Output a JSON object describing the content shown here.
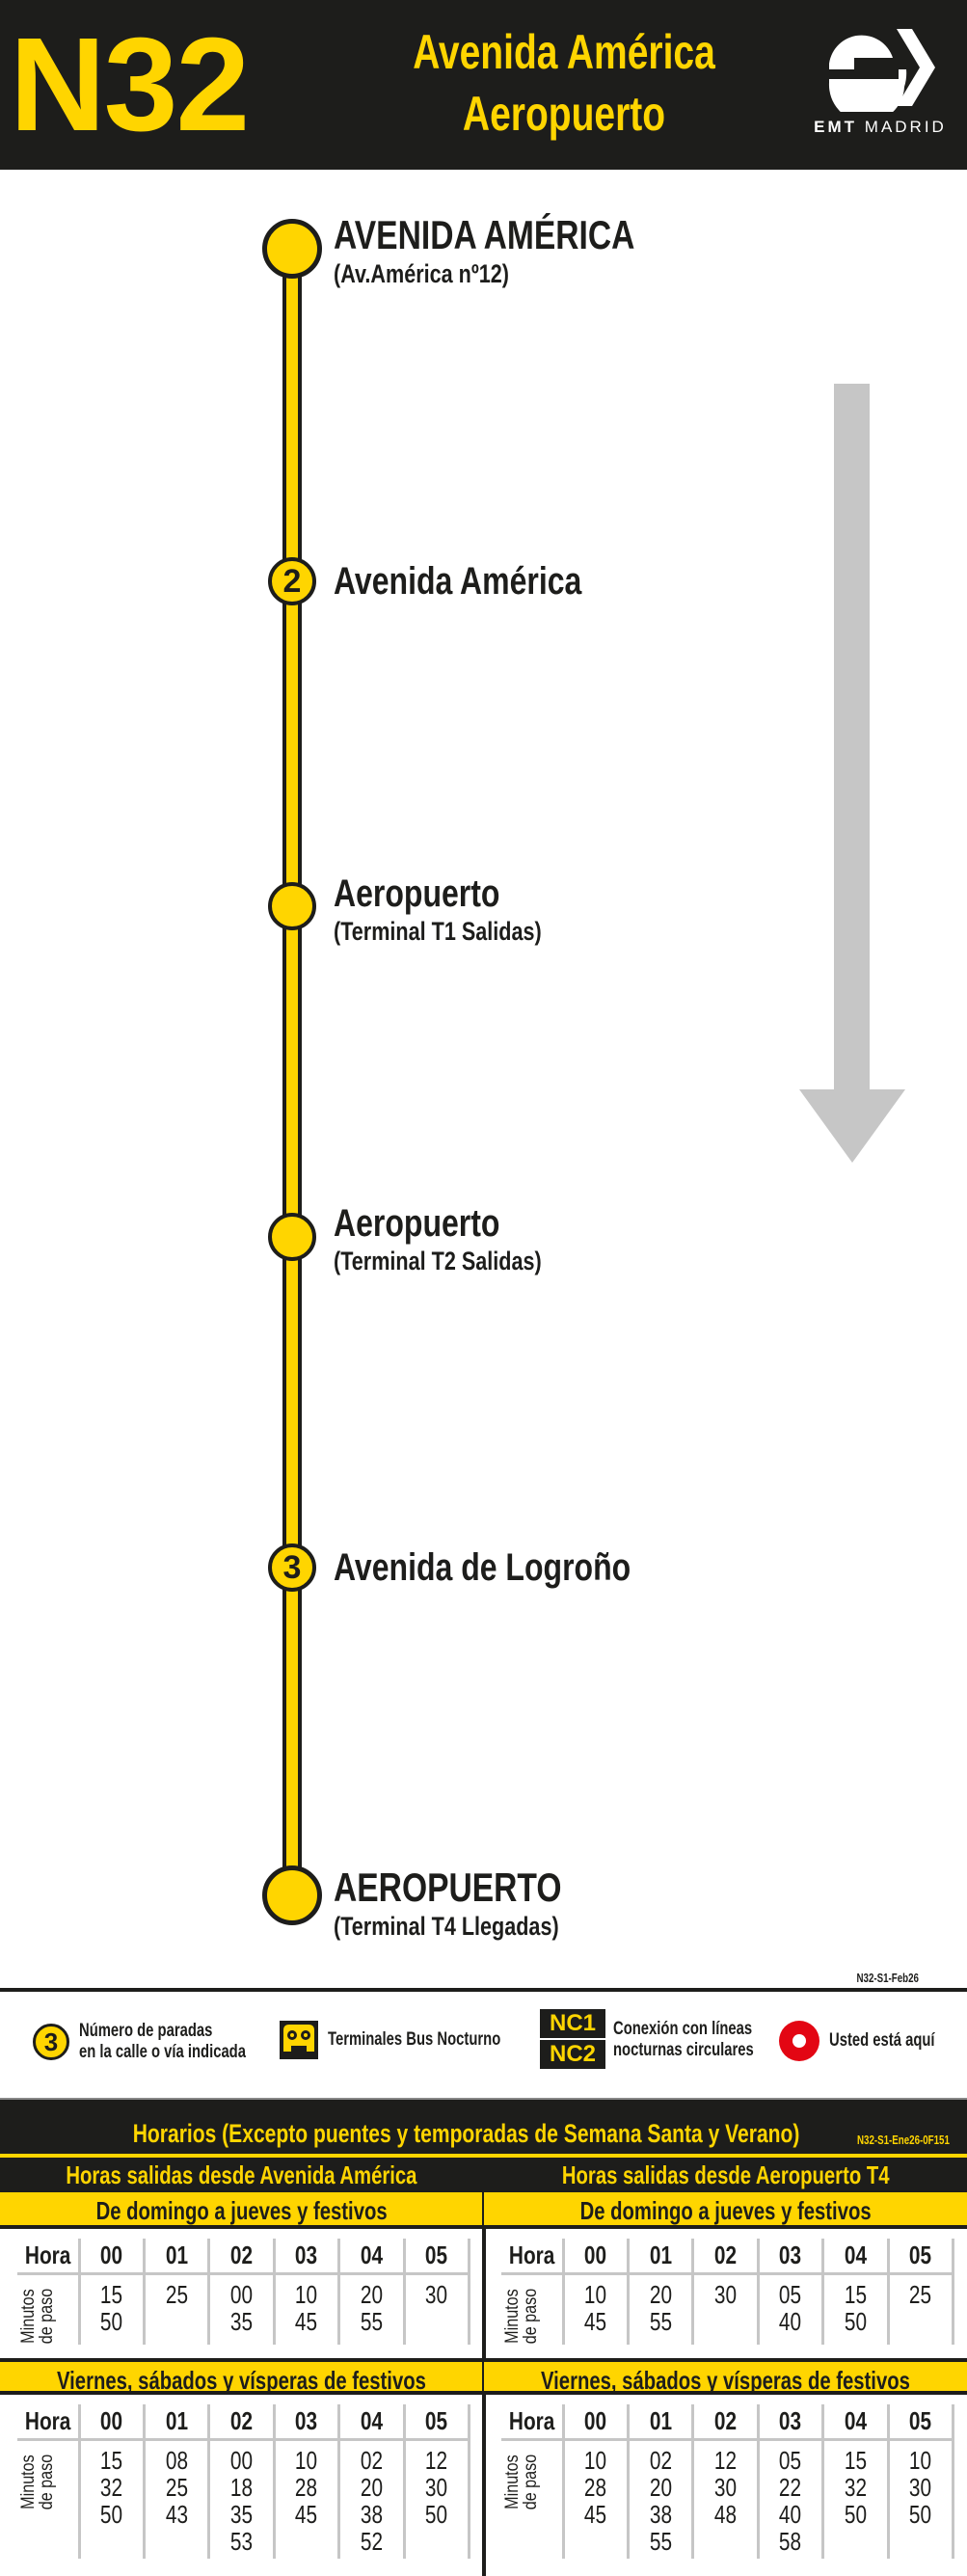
{
  "header": {
    "route_number": "N32",
    "destination_line1": "Avenida América",
    "destination_line2": "Aeropuerto",
    "logo_bold": "EMT",
    "logo_light": "MADRID"
  },
  "route": {
    "line_color": "#ffd500",
    "stops": [
      {
        "type": "terminal",
        "name": "AVENIDA AMÉRICA",
        "detail": "(Av.América nº12)"
      },
      {
        "type": "count",
        "count": "2",
        "name": "Avenida América",
        "detail": ""
      },
      {
        "type": "stop",
        "name": "Aeropuerto",
        "detail": "(Terminal T1 Salidas)"
      },
      {
        "type": "stop",
        "name": "Aeropuerto",
        "detail": "(Terminal T2 Salidas)"
      },
      {
        "type": "count",
        "count": "3",
        "name": "Avenida de Logroño",
        "detail": ""
      },
      {
        "type": "terminal",
        "name": "AEROPUERTO",
        "detail": "(Terminal T4 Llegadas)"
      }
    ],
    "direction_arrow": "down-arrow-icon",
    "sheet_code": "N32-S1-Feb26"
  },
  "legend": {
    "items": [
      {
        "icon": "stop-count-icon",
        "icon_text": "3",
        "label_line1": "Número de paradas",
        "label_line2": "en la calle o vía indicada"
      },
      {
        "icon": "night-bus-terminal-icon",
        "label_line1": "Terminales Bus Nocturno",
        "label_line2": ""
      },
      {
        "icon": "nc-lines-icon",
        "badge1": "NC1",
        "badge2": "NC2",
        "label_line1": "Conexión con líneas",
        "label_line2": "nocturnas circulares"
      },
      {
        "icon": "you-are-here-icon",
        "label_line1": "Usted está aquí",
        "label_line2": ""
      }
    ]
  },
  "timetable": {
    "title": "Horarios (Excepto puentes y temporadas de Semana Santa y Verano)",
    "code": "N32-S1-Ene26-0F151",
    "hour_label": "Hora",
    "minutes_label": "Minutos de paso",
    "columns": [
      {
        "origin": "Horas salidas desde Avenida América",
        "periods": [
          {
            "label": "De domingo a jueves y festivos",
            "hours": [
              "00",
              "01",
              "02",
              "03",
              "04",
              "05"
            ],
            "minutes": [
              [
                "15",
                "50"
              ],
              [
                "25"
              ],
              [
                "00",
                "35"
              ],
              [
                "10",
                "45"
              ],
              [
                "20",
                "55"
              ],
              [
                "30"
              ]
            ]
          },
          {
            "label": "Viernes, sábados y vísperas de festivos",
            "hours": [
              "00",
              "01",
              "02",
              "03",
              "04",
              "05"
            ],
            "minutes": [
              [
                "15",
                "32",
                "50"
              ],
              [
                "08",
                "25",
                "43"
              ],
              [
                "00",
                "18",
                "35",
                "53"
              ],
              [
                "10",
                "28",
                "45"
              ],
              [
                "02",
                "20",
                "38",
                "52"
              ],
              [
                "12",
                "30",
                "50"
              ]
            ]
          }
        ]
      },
      {
        "origin": "Horas salidas desde Aeropuerto T4",
        "periods": [
          {
            "label": "De domingo a jueves y festivos",
            "hours": [
              "00",
              "01",
              "02",
              "03",
              "04",
              "05"
            ],
            "minutes": [
              [
                "10",
                "45"
              ],
              [
                "20",
                "55"
              ],
              [
                "30"
              ],
              [
                "05",
                "40"
              ],
              [
                "15",
                "50"
              ],
              [
                "25"
              ]
            ]
          },
          {
            "label": "Viernes, sábados y vísperas de festivos",
            "hours": [
              "00",
              "01",
              "02",
              "03",
              "04",
              "05"
            ],
            "minutes": [
              [
                "10",
                "28",
                "45"
              ],
              [
                "02",
                "20",
                "38",
                "55"
              ],
              [
                "12",
                "30",
                "48"
              ],
              [
                "05",
                "22",
                "40",
                "58"
              ],
              [
                "15",
                "32",
                "50"
              ],
              [
                "10",
                "30",
                "50"
              ]
            ]
          }
        ]
      }
    ]
  },
  "colors": {
    "yellow": "#ffd500",
    "black": "#1d1d1b",
    "arrow_gray": "#c6c6c6",
    "here_red": "#e30613"
  }
}
